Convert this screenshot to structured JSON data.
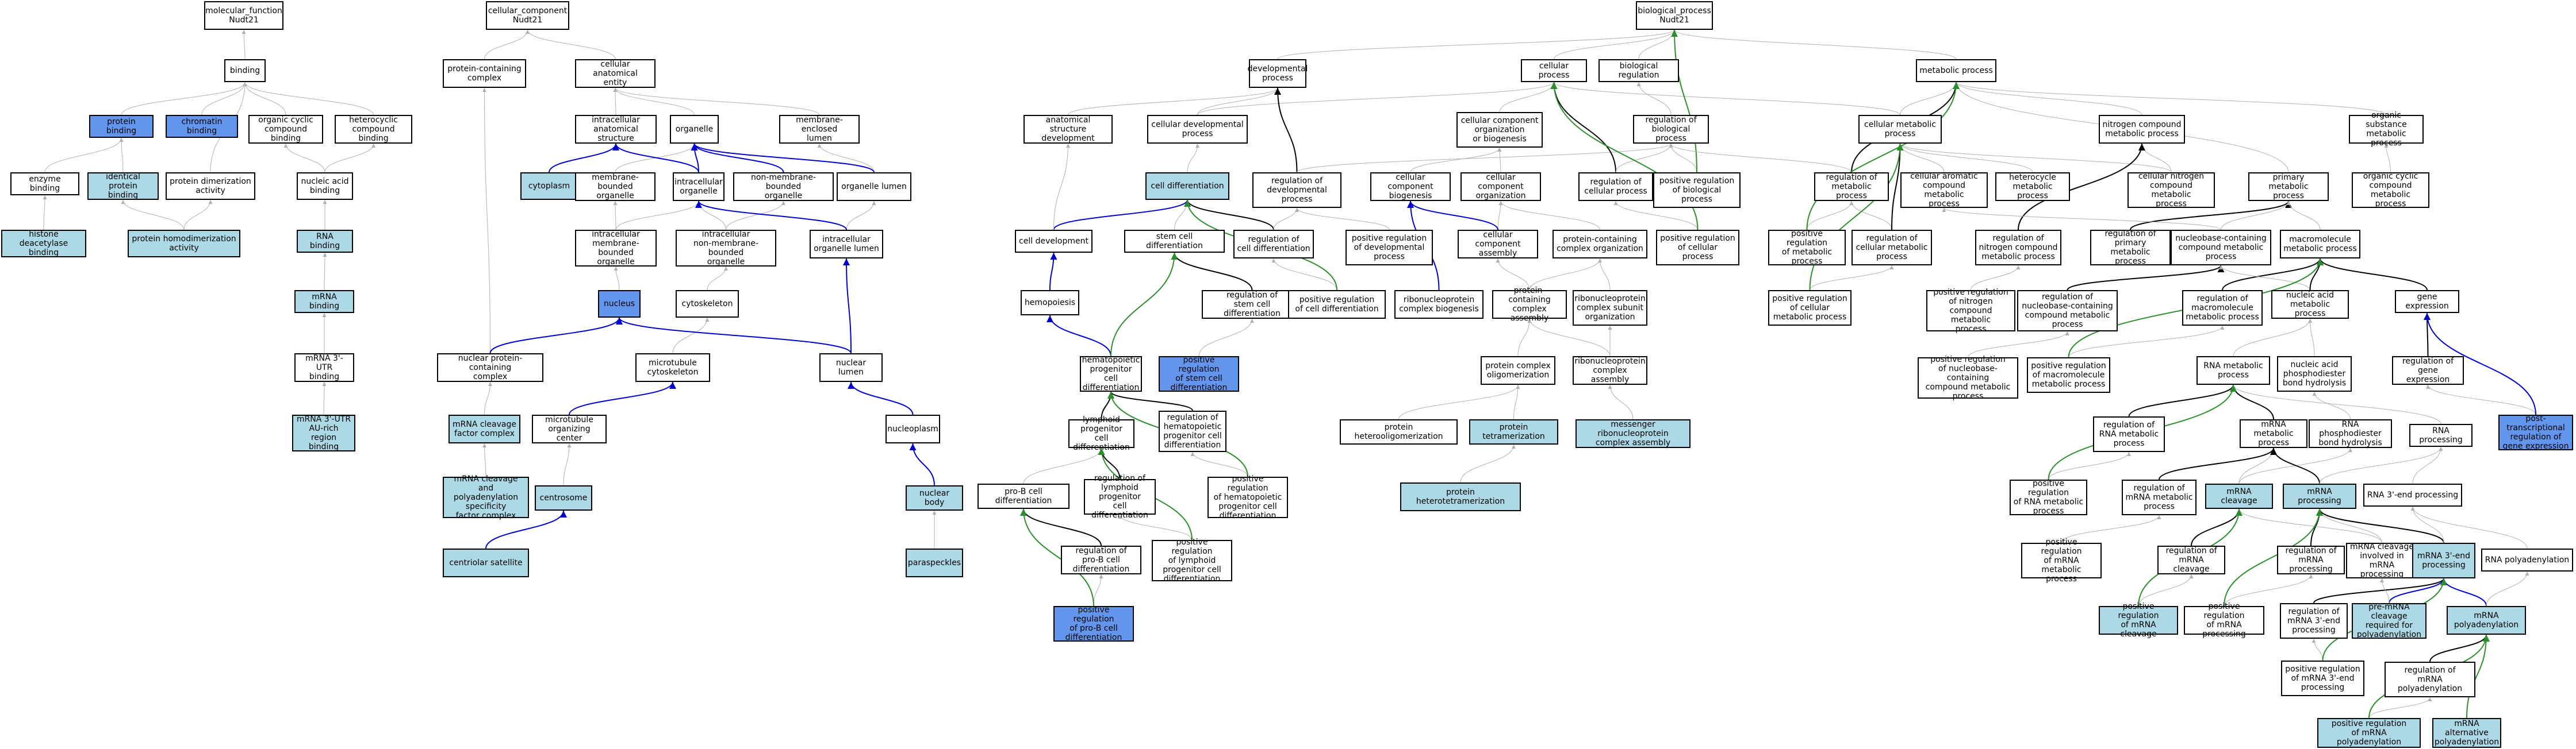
{
  "colors": {
    "light": "#add8e6",
    "dark": "#6495ed",
    "edge_gray": "#b0b0b0",
    "edge_black": "#000000",
    "edge_blue": "#0000cc",
    "edge_green": "#2a8f2a"
  },
  "nodes": [
    {
      "id": "mf",
      "label": "molecular_function\nNudt21",
      "c": "w"
    },
    {
      "id": "bind",
      "label": "binding",
      "c": "w"
    },
    {
      "id": "pbind",
      "label": "protein binding",
      "c": "d"
    },
    {
      "id": "chrom",
      "label": "chromatin binding",
      "c": "d"
    },
    {
      "id": "ocyc",
      "label": "organic cyclic\ncompound binding",
      "c": "w"
    },
    {
      "id": "hetb",
      "label": "heterocyclic\ncompound binding",
      "c": "w"
    },
    {
      "id": "enz",
      "label": "enzyme binding",
      "c": "w"
    },
    {
      "id": "idp",
      "label": "identical protein\nbinding",
      "c": "l"
    },
    {
      "id": "pdim",
      "label": "protein dimerization\nactivity",
      "c": "w"
    },
    {
      "id": "nab",
      "label": "nucleic acid\nbinding",
      "c": "w"
    },
    {
      "id": "hdac",
      "label": "histone deacetylase\nbinding",
      "c": "l"
    },
    {
      "id": "phom",
      "label": "protein homodimerization\nactivity",
      "c": "l"
    },
    {
      "id": "rnab",
      "label": "RNA binding",
      "c": "l"
    },
    {
      "id": "mrnab",
      "label": "mRNA binding",
      "c": "l"
    },
    {
      "id": "m3utr",
      "label": "mRNA 3'-UTR\nbinding",
      "c": "w"
    },
    {
      "id": "m3au",
      "label": "mRNA 3'-UTR\nAU-rich region\nbinding",
      "c": "l"
    },
    {
      "id": "cc",
      "label": "cellular_component\nNudt21",
      "c": "w"
    },
    {
      "id": "pcc",
      "label": "protein-containing\ncomplex",
      "c": "w"
    },
    {
      "id": "cae",
      "label": "cellular anatomical\nentity",
      "c": "w"
    },
    {
      "id": "ias",
      "label": "intracellular\nanatomical structure",
      "c": "w"
    },
    {
      "id": "org",
      "label": "organelle",
      "c": "w"
    },
    {
      "id": "mel",
      "label": "membrane-enclosed\nlumen",
      "c": "w"
    },
    {
      "id": "cyto",
      "label": "cytoplasm",
      "c": "l"
    },
    {
      "id": "mbo",
      "label": "membrane-bounded\norganelle",
      "c": "w"
    },
    {
      "id": "io",
      "label": "intracellular\norganelle",
      "c": "w"
    },
    {
      "id": "nmbo",
      "label": "non-membrane-bounded\norganelle",
      "c": "w"
    },
    {
      "id": "ol",
      "label": "organelle lumen",
      "c": "w"
    },
    {
      "id": "imbo",
      "label": "intracellular\nmembrane-bounded\norganelle",
      "c": "w"
    },
    {
      "id": "inmbo",
      "label": "intracellular\nnon-membrane-bounded\norganelle",
      "c": "w"
    },
    {
      "id": "iol",
      "label": "intracellular\norganelle lumen",
      "c": "w"
    },
    {
      "id": "nucl",
      "label": "nucleus",
      "c": "d"
    },
    {
      "id": "cysk",
      "label": "cytoskeleton",
      "c": "w"
    },
    {
      "id": "npc",
      "label": "nuclear protein-containing\ncomplex",
      "c": "w"
    },
    {
      "id": "mtc",
      "label": "microtubule\ncytoskeleton",
      "c": "w"
    },
    {
      "id": "nlum",
      "label": "nuclear lumen",
      "c": "w"
    },
    {
      "id": "mcfc",
      "label": "mRNA cleavage\nfactor complex",
      "c": "l"
    },
    {
      "id": "mtoc",
      "label": "microtubule\norganizing center",
      "c": "w"
    },
    {
      "id": "nplasm",
      "label": "nucleoplasm",
      "c": "w"
    },
    {
      "id": "mcpsf",
      "label": "mRNA cleavage\nand polyadenylation\nspecificity\nfactor complex",
      "c": "l"
    },
    {
      "id": "csome",
      "label": "centrosome",
      "c": "l"
    },
    {
      "id": "nbody",
      "label": "nuclear body",
      "c": "l"
    },
    {
      "id": "csat",
      "label": "centriolar satellite",
      "c": "l"
    },
    {
      "id": "pspk",
      "label": "paraspeckles",
      "c": "l"
    },
    {
      "id": "bp",
      "label": "biological_process\nNudt21",
      "c": "w"
    },
    {
      "id": "devp",
      "label": "developmental\nprocess",
      "c": "w"
    },
    {
      "id": "cellp",
      "label": "cellular process",
      "c": "w"
    },
    {
      "id": "breg",
      "label": "biological regulation",
      "c": "w"
    },
    {
      "id": "metp",
      "label": "metabolic process",
      "c": "w"
    },
    {
      "id": "asd",
      "label": "anatomical structure\ndevelopment",
      "c": "w"
    },
    {
      "id": "cdp",
      "label": "cellular developmental\nprocess",
      "c": "w"
    },
    {
      "id": "ccob",
      "label": "cellular component\norganization\nor biogenesis",
      "c": "w"
    },
    {
      "id": "rbp",
      "label": "regulation of\nbiological process",
      "c": "w"
    },
    {
      "id": "cmp",
      "label": "cellular metabolic\nprocess",
      "c": "w"
    },
    {
      "id": "ncmp",
      "label": "nitrogen compound\nmetabolic process",
      "c": "w"
    },
    {
      "id": "osmp",
      "label": "organic substance\nmetabolic process",
      "c": "w"
    },
    {
      "id": "cdiff",
      "label": "cell differentiation",
      "c": "l"
    },
    {
      "id": "rdp",
      "label": "regulation of\ndevelopmental\nprocess",
      "c": "w"
    },
    {
      "id": "ccb",
      "label": "cellular component\nbiogenesis",
      "c": "w"
    },
    {
      "id": "cco",
      "label": "cellular component\norganization",
      "c": "w"
    },
    {
      "id": "rcp",
      "label": "regulation of\ncellular process",
      "c": "w"
    },
    {
      "id": "prbp",
      "label": "positive regulation\nof biological\nprocess",
      "c": "w"
    },
    {
      "id": "rmp",
      "label": "regulation of\nmetabolic process",
      "c": "w"
    },
    {
      "id": "cacmp",
      "label": "cellular aromatic\ncompound metabolic\nprocess",
      "c": "w"
    },
    {
      "id": "hcmp",
      "label": "heterocycle\nmetabolic process",
      "c": "w"
    },
    {
      "id": "cncmp",
      "label": "cellular nitrogen\ncompound metabolic\nprocess",
      "c": "w"
    },
    {
      "id": "pmp",
      "label": "primary metabolic\nprocess",
      "c": "w"
    },
    {
      "id": "occmp",
      "label": "organic cyclic\ncompound metabolic\nprocess",
      "c": "w"
    },
    {
      "id": "cdev",
      "label": "cell development",
      "c": "w"
    },
    {
      "id": "scd",
      "label": "stem cell differentiation",
      "c": "w"
    },
    {
      "id": "rcd",
      "label": "regulation of\ncell differentiation",
      "c": "w"
    },
    {
      "id": "prdp",
      "label": "positive regulation\nof developmental\nprocess",
      "c": "w"
    },
    {
      "id": "ccasm",
      "label": "cellular component\nassembly",
      "c": "w"
    },
    {
      "id": "pcco",
      "label": "protein-containing\ncomplex organization",
      "c": "w"
    },
    {
      "id": "prcp",
      "label": "positive regulation\nof cellular\nprocess",
      "c": "w"
    },
    {
      "id": "prmp",
      "label": "positive regulation\nof metabolic\nprocess",
      "c": "w"
    },
    {
      "id": "rcmp",
      "label": "regulation of\ncellular metabolic\nprocess",
      "c": "w"
    },
    {
      "id": "rncmp",
      "label": "regulation of\nnitrogen compound\nmetabolic process",
      "c": "w"
    },
    {
      "id": "rpmp",
      "label": "regulation of\nprimary metabolic\nprocess",
      "c": "w"
    },
    {
      "id": "nbcmp",
      "label": "nucleobase-containing\ncompound metabolic\nprocess",
      "c": "w"
    },
    {
      "id": "mmp",
      "label": "macromolecule\nmetabolic process",
      "c": "w"
    },
    {
      "id": "hpoi",
      "label": "hemopoiesis",
      "c": "w"
    },
    {
      "id": "rscd",
      "label": "regulation of\nstem cell differentiation",
      "c": "w"
    },
    {
      "id": "prcd",
      "label": "positive regulation\nof cell differentiation",
      "c": "w"
    },
    {
      "id": "rnpcb",
      "label": "ribonucleoprotein\ncomplex biogenesis",
      "c": "w"
    },
    {
      "id": "pcca",
      "label": "protein-containing\ncomplex assembly",
      "c": "w"
    },
    {
      "id": "rnpcso",
      "label": "ribonucleoprotein\ncomplex subunit\norganization",
      "c": "w"
    },
    {
      "id": "prcmp",
      "label": "positive regulation\nof cellular\nmetabolic process",
      "c": "w"
    },
    {
      "id": "prncmp",
      "label": "positive regulation\nof nitrogen\ncompound metabolic\nprocess",
      "c": "w"
    },
    {
      "id": "rnbcmp",
      "label": "regulation of\nnucleobase-containing\ncompound metabolic\nprocess",
      "c": "w"
    },
    {
      "id": "rmmp",
      "label": "regulation of\nmacromolecule\nmetabolic process",
      "c": "w"
    },
    {
      "id": "namp",
      "label": "nucleic acid\nmetabolic process",
      "c": "w"
    },
    {
      "id": "gexp",
      "label": "gene expression",
      "c": "w"
    },
    {
      "id": "hpcd",
      "label": "hematopoietic\nprogenitor cell\ndifferentiation",
      "c": "w"
    },
    {
      "id": "prscd",
      "label": "positive regulation\nof stem cell\ndifferentiation",
      "c": "d"
    },
    {
      "id": "pco",
      "label": "protein complex\noligomerization",
      "c": "w"
    },
    {
      "id": "rnpca",
      "label": "ribonucleoprotein\ncomplex assembly",
      "c": "w"
    },
    {
      "id": "prnbcmp",
      "label": "positive regulation\nof nucleobase-containing\ncompound metabolic\nprocess",
      "c": "w"
    },
    {
      "id": "prmmp",
      "label": "positive regulation\nof macromolecule\nmetabolic process",
      "c": "w"
    },
    {
      "id": "rnamp",
      "label": "RNA metabolic\nprocess",
      "c": "w"
    },
    {
      "id": "napbh",
      "label": "nucleic acid\nphosphodiester\nbond hydrolysis",
      "c": "w"
    },
    {
      "id": "rge",
      "label": "regulation of\ngene expression",
      "c": "w"
    },
    {
      "id": "lpcd",
      "label": "lymphoid progenitor\ncell differentiation",
      "c": "w"
    },
    {
      "id": "rhpcd",
      "label": "regulation of\nhematopoietic\nprogenitor cell\ndifferentiation",
      "c": "w"
    },
    {
      "id": "pho",
      "label": "protein heterooligomerization",
      "c": "w"
    },
    {
      "id": "ptet",
      "label": "protein tetramerization",
      "c": "l"
    },
    {
      "id": "mrnpca",
      "label": "messenger ribonucleoprotein\ncomplex assembly",
      "c": "l"
    },
    {
      "id": "rrnamp",
      "label": "regulation of\nRNA metabolic\nprocess",
      "c": "w"
    },
    {
      "id": "mrnamp",
      "label": "mRNA metabolic\nprocess",
      "c": "w"
    },
    {
      "id": "rnapbh",
      "label": "RNA phosphodiester\nbond hydrolysis",
      "c": "w"
    },
    {
      "id": "rnaproc",
      "label": "RNA processing",
      "c": "w"
    },
    {
      "id": "ptrge",
      "label": "post-transcriptional\nregulation of\ngene expression",
      "c": "d"
    },
    {
      "id": "pbcd",
      "label": "pro-B cell differentiation",
      "c": "w"
    },
    {
      "id": "rlpcd",
      "label": "regulation of\nlymphoid progenitor\ncell differentiation",
      "c": "w"
    },
    {
      "id": "prhpcd",
      "label": "positive regulation\nof hematopoietic\nprogenitor cell\ndifferentiation",
      "c": "w"
    },
    {
      "id": "ptt",
      "label": "protein heterotetramerization",
      "c": "l"
    },
    {
      "id": "prrnamp",
      "label": "positive regulation\nof RNA metabolic\nprocess",
      "c": "w"
    },
    {
      "id": "rmrnamp",
      "label": "regulation of\nmRNA metabolic\nprocess",
      "c": "w"
    },
    {
      "id": "mclv",
      "label": "mRNA cleavage",
      "c": "l"
    },
    {
      "id": "mproc",
      "label": "mRNA processing",
      "c": "l"
    },
    {
      "id": "r3ep",
      "label": "RNA 3'-end processing",
      "c": "w"
    },
    {
      "id": "rpbcd",
      "label": "regulation of\npro-B cell differentiation",
      "c": "w"
    },
    {
      "id": "prlpcd",
      "label": "positive regulation\nof lymphoid\nprogenitor cell\ndifferentiation",
      "c": "w"
    },
    {
      "id": "prmrnamp",
      "label": "positive regulation\nof mRNA metabolic\nprocess",
      "c": "w"
    },
    {
      "id": "rmclv",
      "label": "regulation of\nmRNA cleavage",
      "c": "w"
    },
    {
      "id": "rmproc",
      "label": "regulation of\nmRNA processing",
      "c": "w"
    },
    {
      "id": "mcpoly",
      "label": "mRNA cleavage\ninvolved in\nmRNA processing",
      "c": "w"
    },
    {
      "id": "m3ep",
      "label": "mRNA 3'-end\nprocessing",
      "c": "l"
    },
    {
      "id": "rpoly",
      "label": "RNA polyadenylation",
      "c": "w"
    },
    {
      "id": "prpbcd",
      "label": "positive regulation\nof pro-B cell\ndifferentiation",
      "c": "d"
    },
    {
      "id": "prmclv",
      "label": "positive regulation\nof mRNA cleavage",
      "c": "l"
    },
    {
      "id": "prmproc",
      "label": "positive regulation\nof mRNA processing",
      "c": "w"
    },
    {
      "id": "rm3ep",
      "label": "regulation of\nmRNA 3'-end\nprocessing",
      "c": "w"
    },
    {
      "id": "premc",
      "label": "pre-mRNA cleavage\nrequired for\npolyadenylation",
      "c": "l"
    },
    {
      "id": "mpoly",
      "label": "mRNA polyadenylation",
      "c": "l"
    },
    {
      "id": "prm3ep",
      "label": "positive regulation\nof mRNA 3'-end\nprocessing",
      "c": "w"
    },
    {
      "id": "rmpoly",
      "label": "regulation of\nmRNA polyadenylation",
      "c": "w"
    },
    {
      "id": "prmpoly",
      "label": "positive regulation\nof mRNA polyadenylation",
      "c": "l"
    },
    {
      "id": "malt",
      "label": "mRNA alternative\npolyadenylation",
      "c": "l"
    }
  ]
}
